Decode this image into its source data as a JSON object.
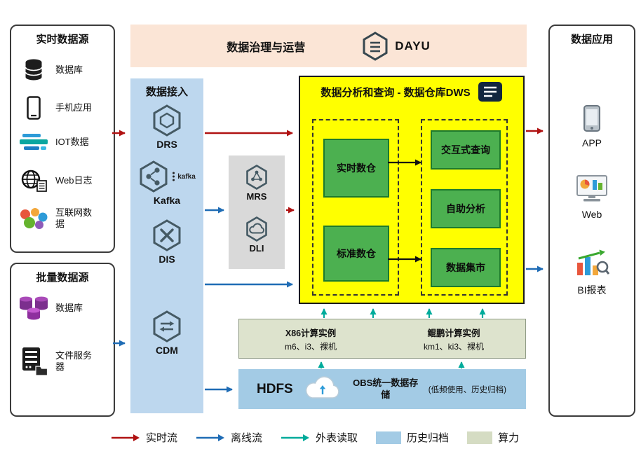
{
  "palette": {
    "realtime_flow": "#b01212",
    "offline_flow": "#1f6cb5",
    "external_read": "#00ab9b",
    "history_archive": "#a3cbe5",
    "compute_power": "#d5dcc3",
    "banner_bg": "#fbe5d6",
    "ingest_bg": "#bdd7ee",
    "dws_bg": "#ffff00",
    "green_box": "#4cb050"
  },
  "realtime_sources": {
    "title": "实时数据源",
    "items": [
      {
        "label": "数据库",
        "icon": "database-icon"
      },
      {
        "label": "手机应用",
        "icon": "phone-icon"
      },
      {
        "label": "IOT数据",
        "icon": "iot-icon"
      },
      {
        "label": "Web日志",
        "icon": "web-log-icon"
      },
      {
        "label": "互联网数据",
        "icon": "internet-data-icon"
      }
    ]
  },
  "batch_sources": {
    "title": "批量数据源",
    "items": [
      {
        "label": "数据库",
        "icon": "database-stack-icon"
      },
      {
        "label": "文件服务器",
        "icon": "file-server-icon"
      }
    ]
  },
  "governance_banner": {
    "title": "数据治理与运营",
    "logo": "DAYU"
  },
  "data_ingest": {
    "title": "数据接入",
    "items": [
      {
        "label": "DRS"
      },
      {
        "label": "Kafka",
        "mark": "kafka"
      },
      {
        "label": "DIS"
      },
      {
        "label": "CDM"
      }
    ]
  },
  "middleware": {
    "items": [
      {
        "label": "MRS"
      },
      {
        "label": "DLI"
      }
    ]
  },
  "dws": {
    "title": "数据分析和查询 - 数据仓库DWS",
    "warehouses": [
      {
        "label": "实时数仓"
      },
      {
        "label": "标准数仓"
      }
    ],
    "services": [
      {
        "label": "交互式查询"
      },
      {
        "label": "自助分析"
      },
      {
        "label": "数据集市"
      }
    ]
  },
  "compute": {
    "instances": [
      {
        "title": "X86计算实例",
        "spec": "m6、i3、裸机"
      },
      {
        "title": "鲲鹏计算实例",
        "spec": "km1、ki3、裸机"
      }
    ]
  },
  "storage": {
    "hdfs": "HDFS",
    "obs": "OBS统一数据存储",
    "note": "(低频使用、历史归档)"
  },
  "applications": {
    "title": "数据应用",
    "items": [
      {
        "label": "APP"
      },
      {
        "label": "Web"
      },
      {
        "label": "BI报表"
      }
    ]
  },
  "legend": {
    "items": [
      {
        "label": "实时流",
        "type": "arrow",
        "color": "#b01212"
      },
      {
        "label": "离线流",
        "type": "arrow",
        "color": "#1f6cb5"
      },
      {
        "label": "外表读取",
        "type": "arrow",
        "color": "#00ab9b"
      },
      {
        "label": "历史归档",
        "type": "swatch",
        "color": "#a3cbe5"
      },
      {
        "label": "算力",
        "type": "swatch",
        "color": "#d5dcc3"
      }
    ]
  }
}
